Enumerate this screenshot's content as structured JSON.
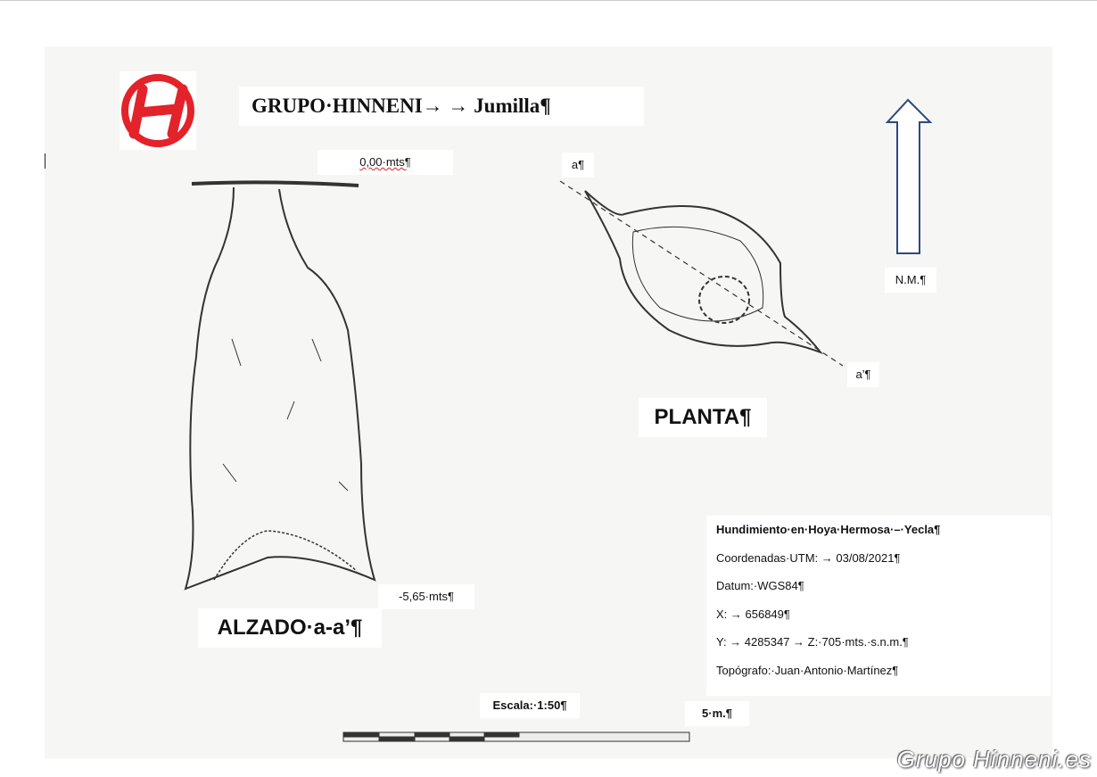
{
  "header": {
    "title": "GRUPO·HINNENI→  →  Jumilla¶",
    "logo_letter": "H"
  },
  "alzado": {
    "top_depth": "0,00·mts¶",
    "bottom_depth": "-5,65·mts¶",
    "label": "ALZADO·a-a’¶"
  },
  "planta": {
    "label": "PLANTA¶",
    "point_a": "a¶",
    "point_a_prime": "a’¶"
  },
  "north": {
    "label": "N.M.¶"
  },
  "info": {
    "title": "Hundimiento·en·Hoya·Hermosa·–·Yecla¶",
    "coords": "Coordenadas·UTM:  →  03/08/2021¶",
    "datum": "Datum:·WGS84¶",
    "x": "X:   →   656849¶",
    "y": "Y:   →   4285347    →    Z:·705·mts.·s.n.m.¶",
    "topografo": "Topógrafo:·Juan·Antonio·Martínez¶"
  },
  "scale": {
    "label": "Escala:·1:50¶",
    "length": "5·m.¶"
  },
  "watermark": "Grupo Hinneni.es",
  "colors": {
    "logo": "#e3222a",
    "arrow": "#2c4a7c"
  }
}
